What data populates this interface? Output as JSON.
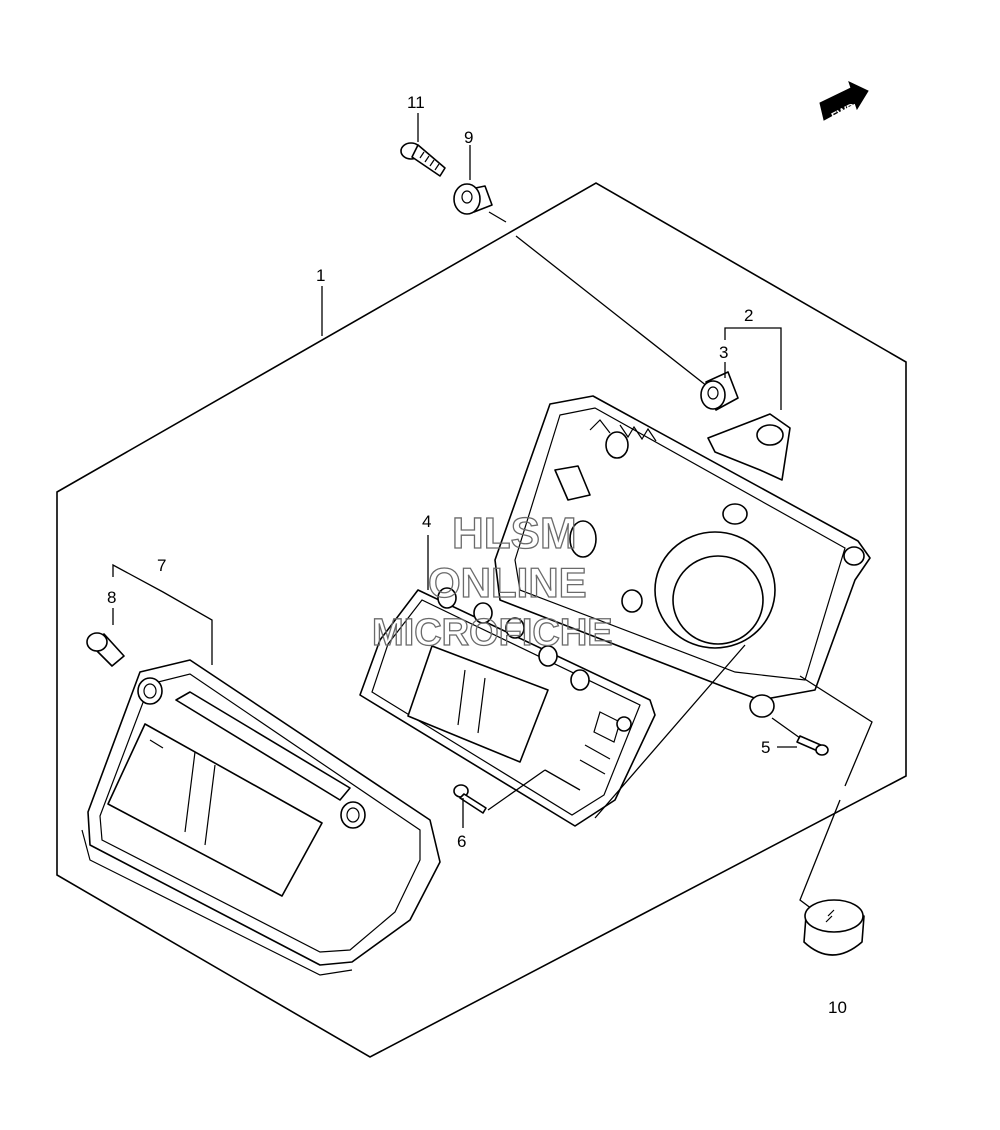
{
  "diagram": {
    "direction_badge": "FWD",
    "callouts": [
      "1",
      "2",
      "3",
      "4",
      "5",
      "6",
      "7",
      "8",
      "9",
      "10",
      "11"
    ],
    "watermark": {
      "line1": "HLSM",
      "line2": "ONLINE",
      "line3": "MICROFICHE"
    }
  }
}
